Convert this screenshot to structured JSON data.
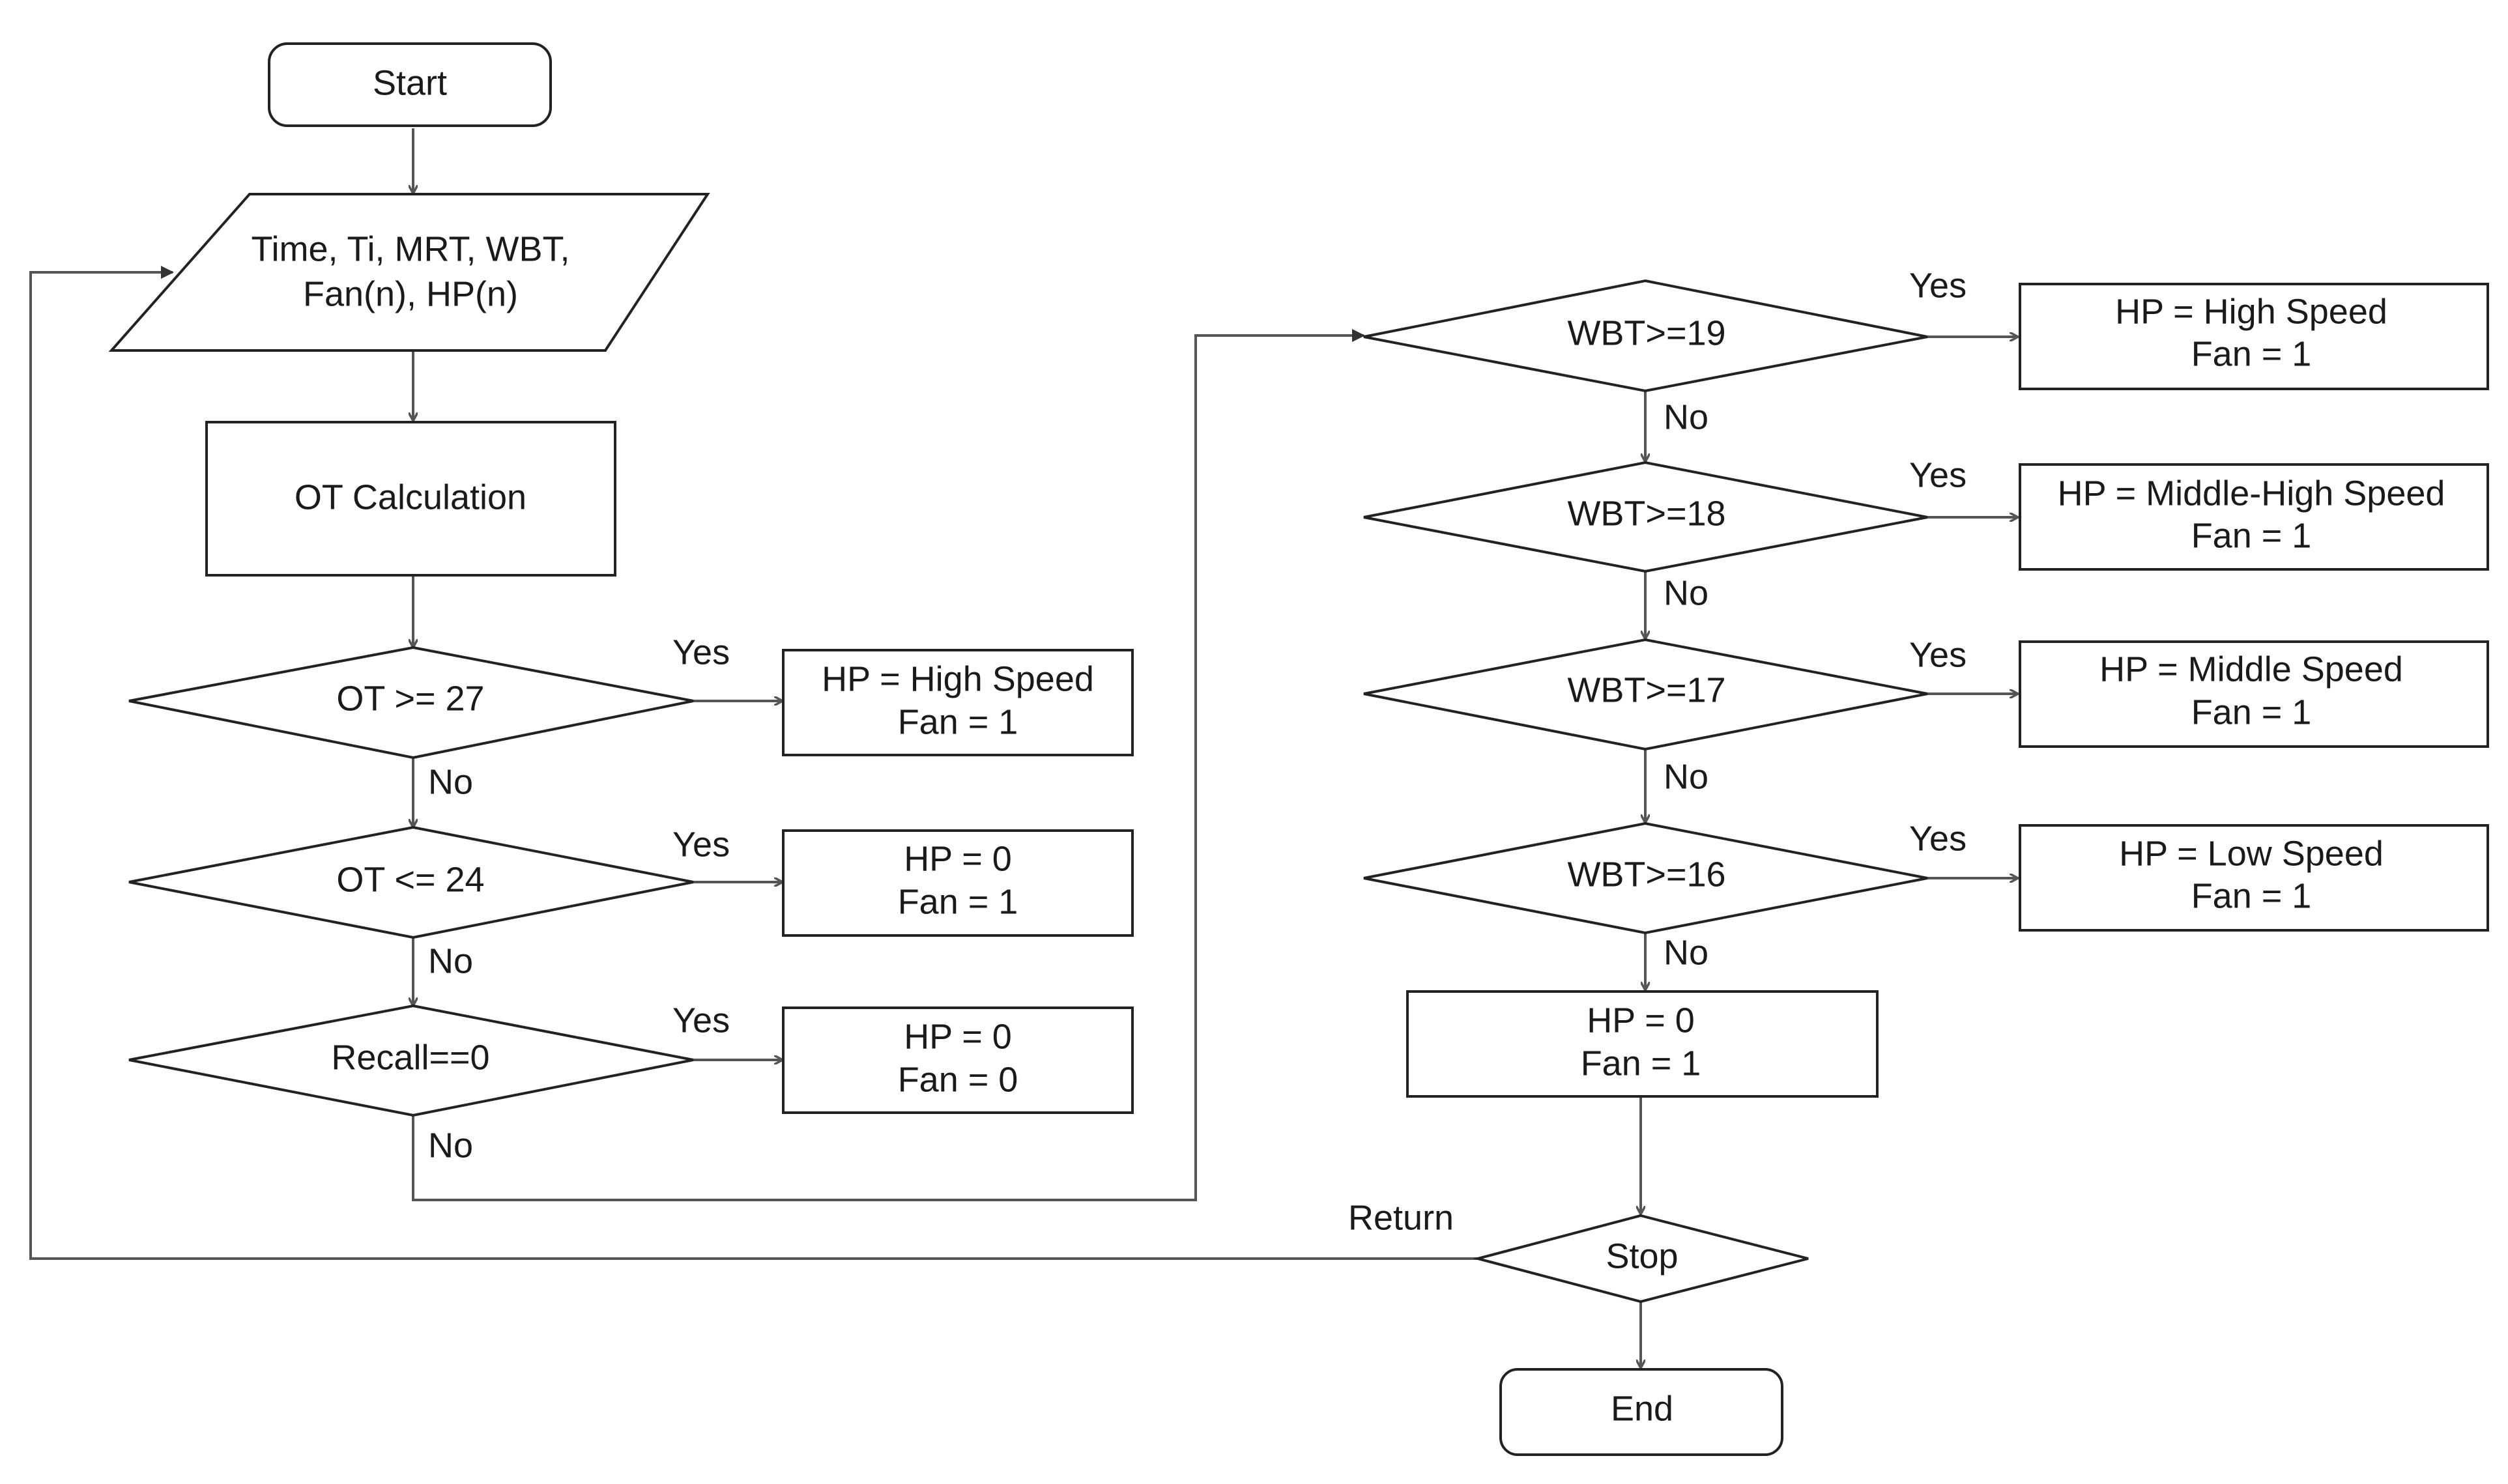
{
  "nodes": {
    "start": {
      "lines": [
        "Start"
      ]
    },
    "input": {
      "lines": [
        "Time, Ti, MRT, WBT,",
        "Fan(n), HP(n)"
      ]
    },
    "ot_calc": {
      "lines": [
        "OT Calculation"
      ]
    },
    "ot_ge_27": {
      "lines": [
        "OT >= 27"
      ]
    },
    "ot_le_24": {
      "lines": [
        "OT <= 24"
      ]
    },
    "recall_eq_0": {
      "lines": [
        "Recall==0"
      ]
    },
    "out_hp_high_1": {
      "lines": [
        "HP = High Speed",
        "Fan = 1"
      ]
    },
    "out_hp0_fan1_a": {
      "lines": [
        "HP = 0",
        "Fan = 1"
      ]
    },
    "out_hp0_fan0": {
      "lines": [
        "HP = 0",
        "Fan = 0"
      ]
    },
    "wbt_ge_19": {
      "lines": [
        "WBT>=19"
      ]
    },
    "wbt_ge_18": {
      "lines": [
        "WBT>=18"
      ]
    },
    "wbt_ge_17": {
      "lines": [
        "WBT>=17"
      ]
    },
    "wbt_ge_16": {
      "lines": [
        "WBT>=16"
      ]
    },
    "out_hp_high_2": {
      "lines": [
        "HP = High Speed",
        "Fan = 1"
      ]
    },
    "out_hp_middle_high": {
      "lines": [
        "HP = Middle-High  Speed",
        "Fan = 1"
      ]
    },
    "out_hp_middle": {
      "lines": [
        "HP = Middle Speed",
        "Fan = 1"
      ]
    },
    "out_hp_low": {
      "lines": [
        "HP = Low Speed",
        "Fan = 1"
      ]
    },
    "out_hp0_fan1_b": {
      "lines": [
        "HP = 0",
        "Fan = 1"
      ]
    },
    "stop": {
      "lines": [
        "Stop"
      ]
    },
    "end": {
      "lines": [
        "End"
      ]
    }
  },
  "edge_labels": {
    "yes_ot27": "Yes",
    "no_ot27": "No",
    "yes_ot24": "Yes",
    "no_ot24": "No",
    "yes_recall": "Yes",
    "no_recall": "No",
    "yes_wbt19": "Yes",
    "no_wbt19": "No",
    "yes_wbt18": "Yes",
    "no_wbt18": "No",
    "yes_wbt17": "Yes",
    "no_wbt17": "No",
    "yes_wbt16": "Yes",
    "no_wbt16": "No",
    "return": "Return"
  },
  "colors": {
    "line": "#555555",
    "border": "#222222",
    "text": "#1a1a1a",
    "background": "#ffffff"
  }
}
